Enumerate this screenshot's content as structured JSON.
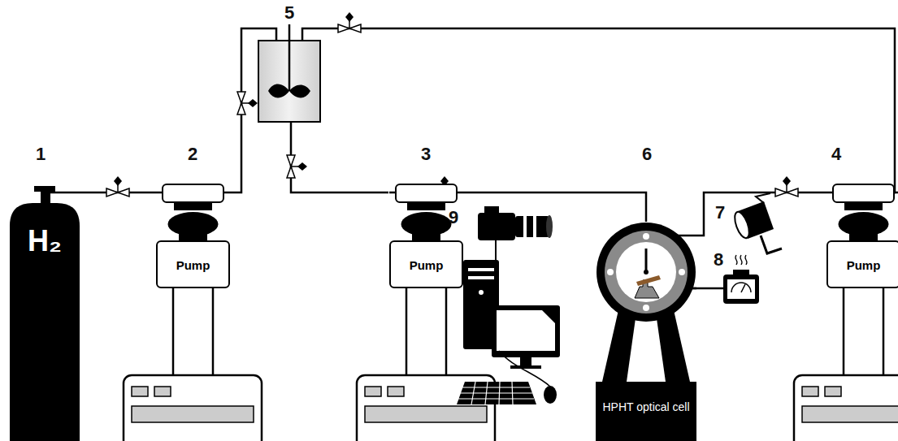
{
  "diagram": {
    "nodes": [
      {
        "text": [
          "H₂"
        ]
      },
      {
        "text": [
          "Pump"
        ]
      },
      {
        "text": [
          "Pump"
        ]
      },
      {
        "text": [
          "HPHT optical cell"
        ]
      },
      {
        "text": [
          "Pump"
        ]
      }
    ],
    "edges": [
      {
        "from": 0,
        "to": 1,
        "arrow": "none"
      },
      {
        "from": 2,
        "to": 3,
        "arrow": "none"
      },
      {
        "from": 3,
        "to": 4,
        "arrow": "none"
      }
    ],
    "labels": [
      "5",
      "1",
      "2",
      "3",
      "6",
      "4",
      "9",
      "7",
      "8"
    ]
  }
}
